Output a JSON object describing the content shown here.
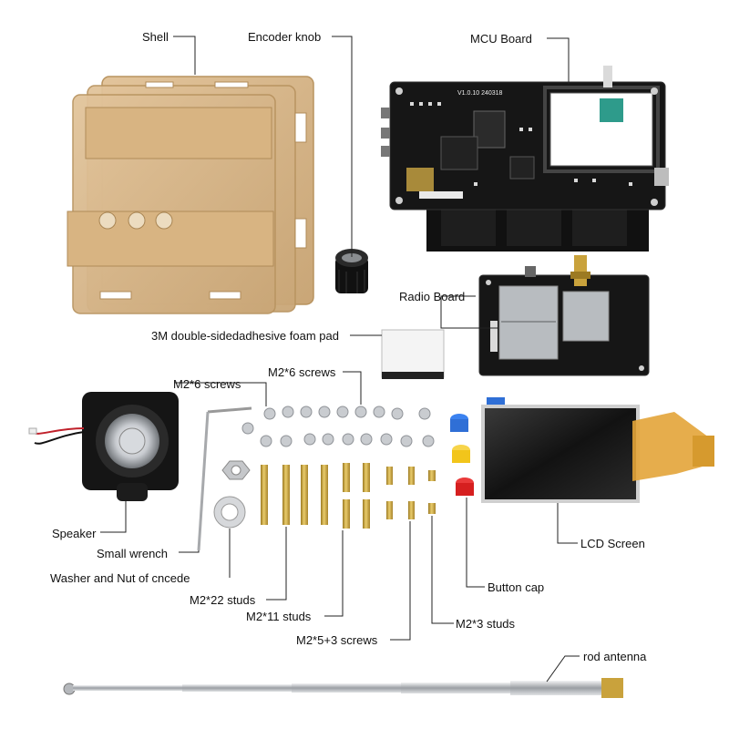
{
  "labels": {
    "shell": "Shell",
    "encoder_knob": "Encoder knob",
    "mcu_board": "MCU Board",
    "radio_board": "Radio Board",
    "foam_pad": "3M double-sidedadhesive foam pad",
    "m2x6_screws_left": "M2*6 screws",
    "m2x6_screws_right": "M2*6 screws",
    "speaker": "Speaker",
    "small_wrench": "Small wrench",
    "washer_nut": "Washer and Nut of cncede",
    "m2x22_studs": "M2*22 studs",
    "m2x11_studs": "M2*11 studs",
    "m2x5_3_screws": "M2*5+3 screws",
    "m2x3_studs": "M2*3 studs",
    "button_cap": "Button cap",
    "lcd_screen": "LCD Screen",
    "rod_antenna": "rod antenna"
  },
  "board_text": {
    "mcu_version": "V1.0.10 240318"
  },
  "colors": {
    "acrylic": "#d9b98c",
    "pcb": "#161616",
    "brass": "#c9a23c",
    "cap_blue": "#2f6fd6",
    "cap_yellow": "#f2c51b",
    "cap_red": "#d61f1f",
    "metal": "#b9bcc0"
  }
}
